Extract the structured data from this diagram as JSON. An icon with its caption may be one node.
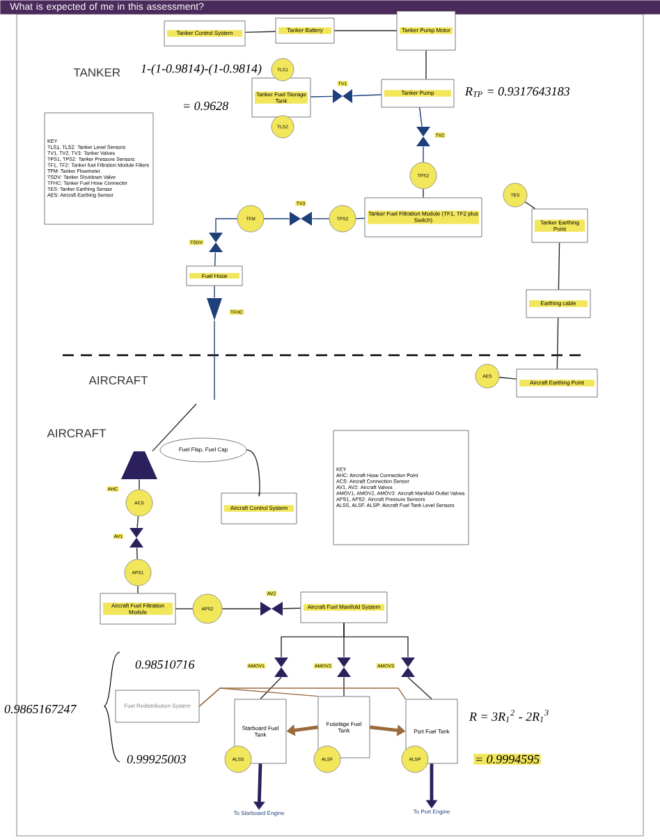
{
  "diagram": {
    "title": "What is expected of me in this assessment?",
    "nodes": [
      {
        "text": [
          "Tanker Control System"
        ]
      },
      {
        "text": [
          "Tanker Battery"
        ]
      },
      {
        "text": [
          "Tanker Pump Motor"
        ]
      },
      {
        "text": [
          "Tanker Fuel Storage Tank"
        ]
      },
      {
        "text": [
          "TLS1"
        ]
      },
      {
        "text": [
          "TLS2"
        ]
      },
      {
        "text": [],
        "shape": "valve",
        "beside": [
          "TV1"
        ]
      },
      {
        "text": [
          "Tanker Pump"
        ]
      },
      {
        "text": [],
        "shape": "valve",
        "beside": [
          "TV2"
        ]
      },
      {
        "text": [
          "TPS2"
        ]
      },
      {
        "text": [
          "Tanker Fuel Filtration Module (TF1, TF2 plus Switch)"
        ]
      },
      {
        "text": [
          "TPS2"
        ]
      },
      {
        "text": [],
        "shape": "valve",
        "beside": [
          "TV3"
        ]
      },
      {
        "text": [
          "TFM"
        ]
      },
      {
        "text": [],
        "shape": "valve",
        "beside": [
          "TSDV"
        ]
      },
      {
        "text": [
          "Fuel Hose"
        ]
      },
      {
        "text": [],
        "shape": "triangle",
        "beside": [
          "TFHC"
        ]
      },
      {
        "text": [
          "TES"
        ]
      },
      {
        "text": [
          "Tanker Earthing Point"
        ]
      },
      {
        "text": [
          "Earthing cable"
        ]
      },
      {
        "text": [
          "AES"
        ]
      },
      {
        "text": [
          "Aircraft Earthing Point"
        ]
      },
      {
        "text": [],
        "shape": "trapezoid",
        "beside": [
          "AHC"
        ]
      },
      {
        "text": [
          "ACS"
        ]
      },
      {
        "text": [],
        "shape": "valve",
        "beside": [
          "AV1"
        ]
      },
      {
        "text": [
          "APS1"
        ]
      },
      {
        "text": [
          "Aircraft Fuel Filtration Module"
        ]
      },
      {
        "text": [
          "APS2"
        ]
      },
      {
        "text": [],
        "shape": "valve",
        "beside": [
          "AV2"
        ]
      },
      {
        "text": [
          "Aircraft Fuel Manifold System"
        ]
      },
      {
        "text": [
          "Fuel Flap, Fuel Cap"
        ]
      },
      {
        "text": [
          "Aircraft Control System"
        ]
      },
      {
        "text": [],
        "shape": "valve",
        "beside": [
          "AMOV1"
        ]
      },
      {
        "text": [],
        "shape": "valve",
        "beside": [
          "AMOV2"
        ]
      },
      {
        "text": [],
        "shape": "valve",
        "beside": [
          "AMOV3"
        ]
      },
      {
        "text": [
          "Starboard Fuel Tank"
        ]
      },
      {
        "text": [
          "Fuselage Fuel Tank"
        ]
      },
      {
        "text": [
          "Port Fuel Tank"
        ]
      },
      {
        "text": [
          "ALSS"
        ]
      },
      {
        "text": [
          "ALSF"
        ]
      },
      {
        "text": [
          "ALSP"
        ]
      },
      {
        "text": [
          "Fuel Redistribution System"
        ]
      },
      {
        "text": [
          "To Starboard Engine"
        ]
      },
      {
        "text": [
          "To Port Engine"
        ]
      },
      {
        "text": [
          "KEY",
          "TLS1, TLS2: Tanker Level Sensors",
          "TV1, TV2, TV3: Tanker Valves",
          "TPS1, TPS2: Tanker Pressure Sensors",
          "TF1, TF2: Tanker fuel Filtration Module Filters",
          "TFM: Tanker Flowmeter",
          "TSDV: Tanker Shutdown Valve",
          "TFHC: Tanker Fuel Hose Connector",
          "TES: Tanker Earthing Sensor",
          "AES: Aircraft Earthing Sensor"
        ]
      },
      {
        "text": [
          "KEY",
          "AHC: Aircraft Hose Connection Point",
          "ACS: Aircraft Connection Sensor",
          "AV1, AV2: Aircraft Valves",
          "AMOV1, AMOV2, AMOV3: Aircraft Manifold Outlet Valves",
          "APS1, APS2: Aircraft Pressure Sensors",
          "ALSS, ALSF, ALSP: Aircraft Fuel Tank Level Sensors"
        ]
      }
    ],
    "edges": [
      {
        "from": 0,
        "to": 1,
        "arrow": "none"
      },
      {
        "from": 1,
        "to": 2,
        "arrow": "none"
      },
      {
        "from": 2,
        "to": 7,
        "arrow": "none"
      },
      {
        "from": 7,
        "to": 6,
        "arrow": "none",
        "color": "#1d3f7a"
      },
      {
        "from": 6,
        "to": 3,
        "arrow": "none",
        "color": "#1d3f7a"
      },
      {
        "from": 7,
        "to": 8,
        "arrow": "none",
        "color": "#1d3f7a"
      },
      {
        "from": 8,
        "to": 9,
        "arrow": "none",
        "color": "#1d3f7a"
      },
      {
        "from": 9,
        "to": 10,
        "arrow": "none"
      },
      {
        "from": 10,
        "to": 11,
        "arrow": "none",
        "color": "#1d3f7a"
      },
      {
        "from": 11,
        "to": 12,
        "arrow": "none",
        "color": "#1d3f7a"
      },
      {
        "from": 12,
        "to": 13,
        "arrow": "none",
        "color": "#1d3f7a"
      },
      {
        "from": 13,
        "to": 14,
        "arrow": "none",
        "color": "#1d3f7a"
      },
      {
        "from": 14,
        "to": 15,
        "arrow": "none",
        "color": "#1d3f7a"
      },
      {
        "from": 15,
        "to": 16,
        "arrow": "none",
        "color": "#1d3f7a"
      },
      {
        "from": 16,
        "to": null,
        "arrow": "none",
        "color": "#1d3f7a"
      },
      {
        "from": null,
        "to": 22,
        "arrow": "none"
      },
      {
        "from": 22,
        "to": 23,
        "arrow": "none"
      },
      {
        "from": 23,
        "to": 24,
        "arrow": "none"
      },
      {
        "from": 24,
        "to": 25,
        "arrow": "none"
      },
      {
        "from": 25,
        "to": 26,
        "arrow": "none"
      },
      {
        "from": 26,
        "to": 27,
        "arrow": "none"
      },
      {
        "from": 27,
        "to": 28,
        "arrow": "none"
      },
      {
        "from": 28,
        "to": 29,
        "arrow": "none"
      },
      {
        "from": 29,
        "to": 32,
        "arrow": "none"
      },
      {
        "from": 29,
        "to": 33,
        "arrow": "none"
      },
      {
        "from": 29,
        "to": 34,
        "arrow": "none"
      },
      {
        "from": 32,
        "to": 35,
        "arrow": "none"
      },
      {
        "from": 33,
        "to": 36,
        "arrow": "none"
      },
      {
        "from": 34,
        "to": 37,
        "arrow": "none"
      },
      {
        "from": 36,
        "to": 35,
        "arrow": "to",
        "style": "thick",
        "color": "#9b6a3c"
      },
      {
        "from": 36,
        "to": 37,
        "arrow": "to",
        "style": "thick",
        "color": "#9b6a3c"
      },
      {
        "from": 35,
        "to": 42,
        "arrow": "to",
        "style": "thick",
        "color": "#2b1f5c"
      },
      {
        "from": 37,
        "to": 43,
        "arrow": "to",
        "style": "thick",
        "color": "#2b1f5c"
      },
      {
        "from": 41,
        "to": 36,
        "arrow": "none",
        "color": "#9b6a3c"
      },
      {
        "from": 41,
        "to": 37,
        "arrow": "none",
        "color": "#9b6a3c"
      },
      {
        "from": 30,
        "to": 31,
        "arrow": "none"
      },
      {
        "from": 17,
        "to": 18,
        "arrow": "none"
      },
      {
        "from": 18,
        "to": 19,
        "arrow": "none"
      },
      {
        "from": 19,
        "to": 21,
        "arrow": "none"
      },
      {
        "from": 20,
        "to": 21,
        "arrow": "none"
      }
    ],
    "labels": [
      "TANKER",
      "1-(1-0.9814)-(1-0.9814)",
      "= 0.9628",
      "R$_{TP}$ = 0.9317643183",
      "AIRCRAFT",
      "AIRCRAFT",
      "0.98510716",
      "0.9865167247",
      "0.99925003",
      "R = 3R$_{1}$$^{2}$ - 2R$_{1}$$^{3}$",
      "= 0.9994595"
    ]
  }
}
